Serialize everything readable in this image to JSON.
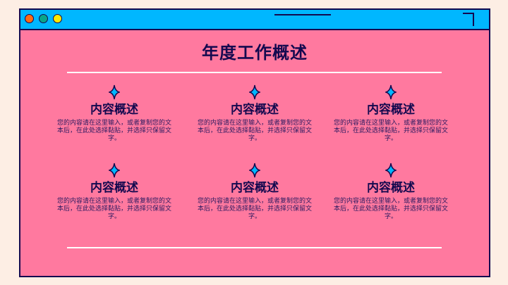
{
  "window": {
    "buttons": [
      {
        "name": "close",
        "color": "#ff6a13"
      },
      {
        "name": "minimize",
        "color": "#0aa58a"
      },
      {
        "name": "maximize",
        "color": "#ffe800"
      }
    ]
  },
  "title": "年度工作概述",
  "items": [
    {
      "title": "内容概述",
      "text": "您的内容请在这里输入，或者复制您的文本后，在此处选择黏贴，并选择只保留文字。"
    },
    {
      "title": "内容概述",
      "text": "您的内容请在这里输入，或者复制您的文本后，在此处选择黏贴，并选择只保留文字。"
    },
    {
      "title": "内容概述",
      "text": "您的内容请在这里输入，或者复制您的文本后，在此处选择黏贴，并选择只保留文字。"
    },
    {
      "title": "内容概述",
      "text": "您的内容请在这里输入，或者复制您的文本后，在此处选择黏贴，并选择只保留文字。"
    },
    {
      "title": "内容概述",
      "text": "您的内容请在这里输入，或者复制您的文本后，在此处选择黏贴，并选择只保留文字。"
    },
    {
      "title": "内容概述",
      "text": "您的内容请在这里输入，或者复制您的文本后，在此处选择黏贴，并选择只保留文字。"
    }
  ],
  "colors": {
    "background": "#fdeee4",
    "panel": "#ff799f",
    "titlebar": "#00b7ff",
    "outline": "#14094f",
    "star": "#00b7ff"
  }
}
